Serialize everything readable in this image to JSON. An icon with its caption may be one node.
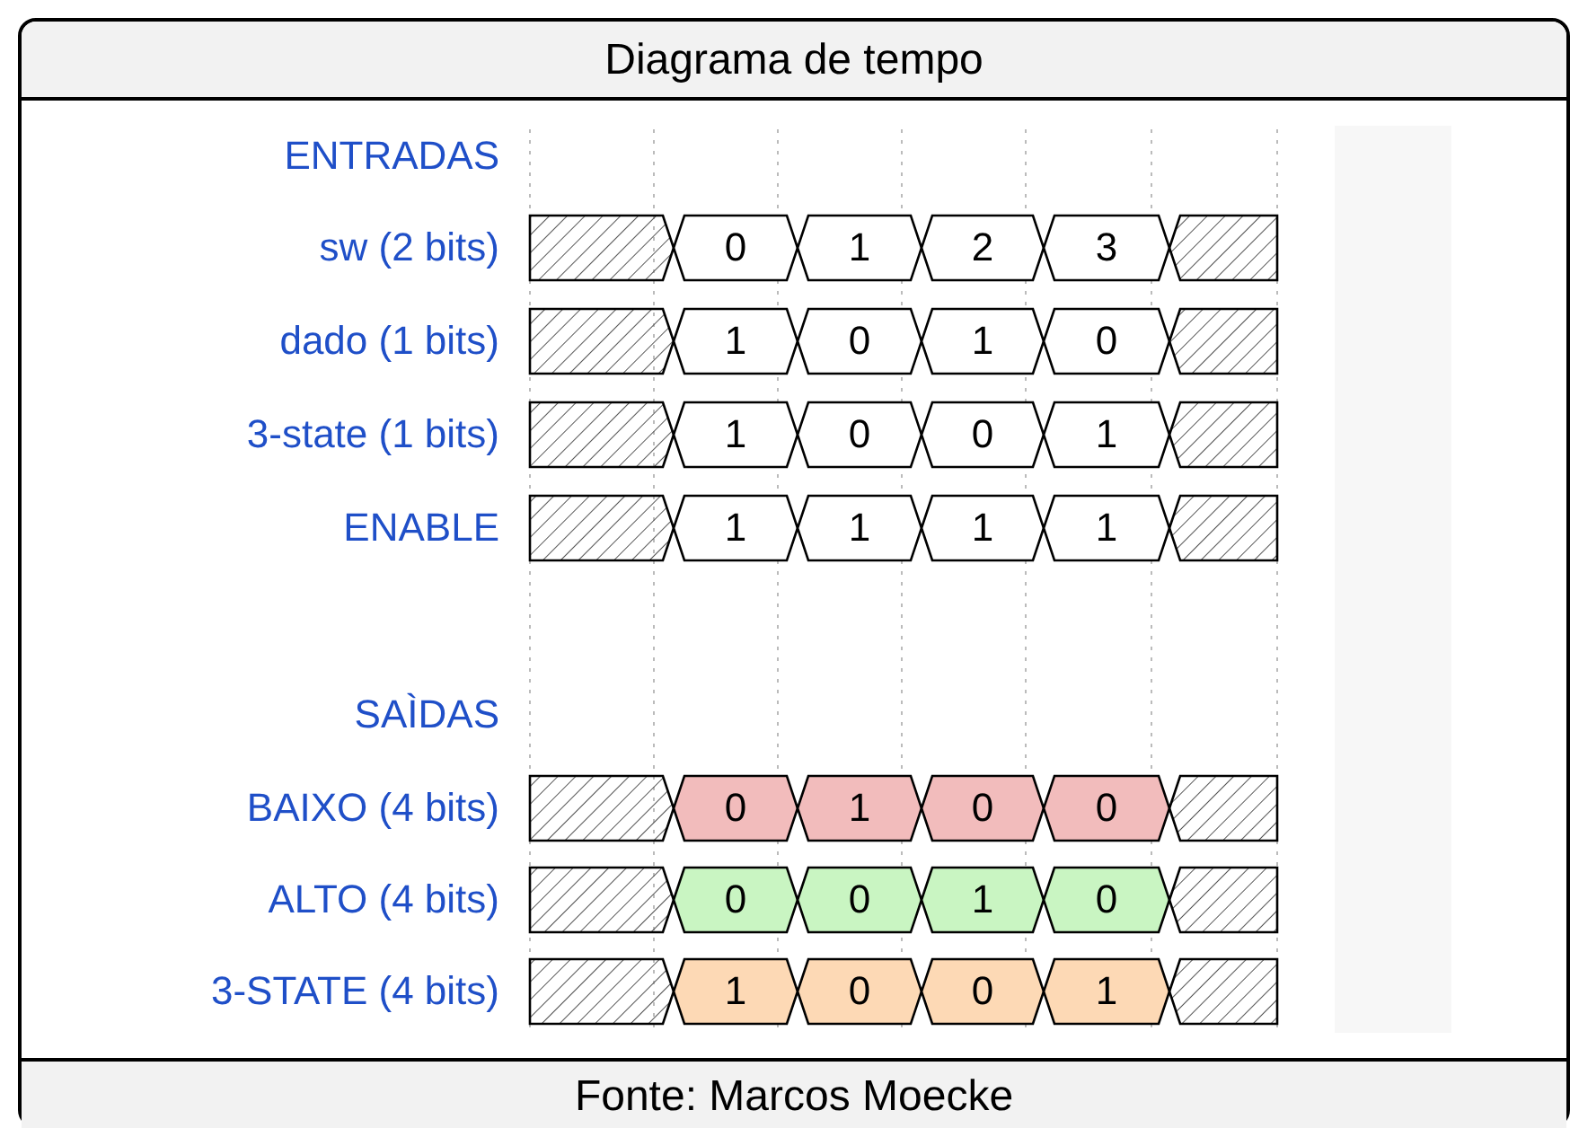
{
  "diagram": {
    "title": "Diagrama de tempo",
    "caption": "Fonte: Marcos Moecke",
    "labels": [
      "ENTRADAS",
      "sw (2 bits)",
      "0",
      "1",
      "2",
      "3",
      "dado (1 bits)",
      "1",
      "0",
      "1",
      "0",
      "3-state (1 bits)",
      "1",
      "0",
      "0",
      "1",
      "ENABLE",
      "1",
      "1",
      "1",
      "1",
      "SAÌDAS",
      "BAIXO (4 bits)",
      "0",
      "1",
      "0",
      "0",
      "ALTO (4 bits)",
      "0",
      "0",
      "1",
      "0",
      "3-STATE (4 bits)",
      "1",
      "0",
      "0",
      "1"
    ]
  }
}
